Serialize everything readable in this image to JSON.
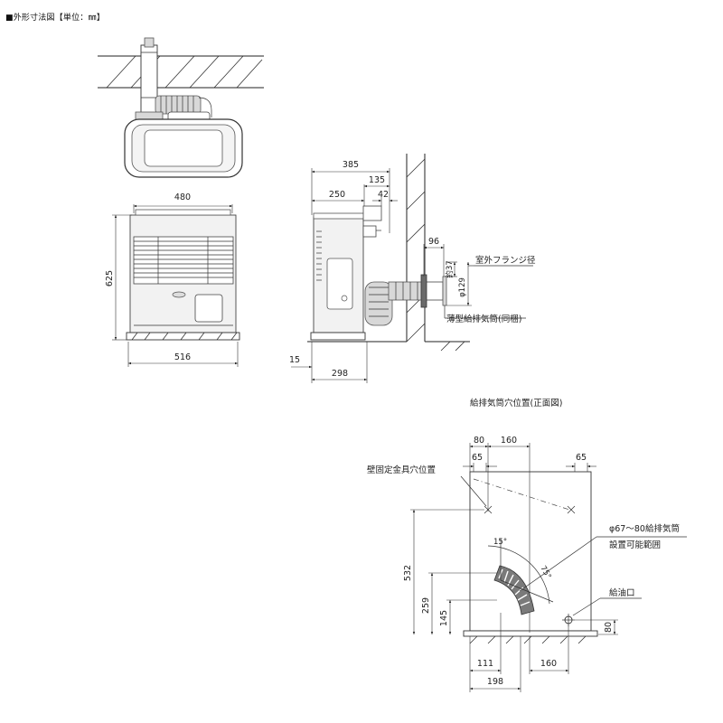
{
  "title": "■外形寸法図【単位：㎜】",
  "front": {
    "width_top": "480",
    "height": "625",
    "width_bottom": "516"
  },
  "side": {
    "depth_total": "385",
    "dim_250": "250",
    "dim_135": "135",
    "dim_42": "42",
    "dim_96": "96",
    "dim_37": "約37",
    "dim_129": "φ129",
    "dim_15": "15",
    "dim_298": "298",
    "label_flange": "室外フランジ径",
    "label_pipe": "薄型給排気筒(同梱)"
  },
  "hole": {
    "title": "給排気筒穴位置(正面図)",
    "dim_80_top": "80",
    "dim_160_top": "160",
    "dim_65_left": "65",
    "dim_65_right": "65",
    "label_bracket": "壁固定金具穴位置",
    "dim_532": "532",
    "dim_259": "259",
    "dim_145": "145",
    "angle_15": "15°",
    "angle_75": "75°",
    "label_range_1": "φ67～80給排気筒",
    "label_range_2": "設置可能範囲",
    "label_oil": "給油口",
    "dim_80_right": "80",
    "dim_111": "111",
    "dim_160_bottom": "160",
    "dim_198": "198"
  }
}
